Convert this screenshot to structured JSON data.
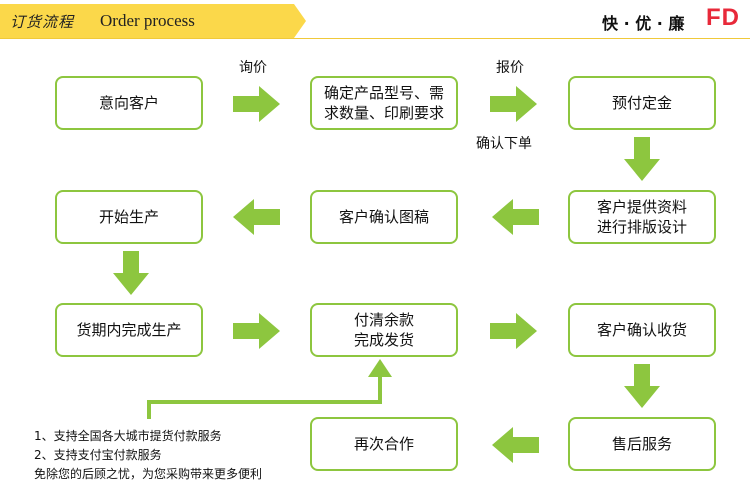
{
  "header": {
    "title_cn": "订货流程",
    "title_en": "Order process",
    "brand": "快 · 优 · 廉",
    "logo": "FD"
  },
  "colors": {
    "accent": "#8dc63f",
    "banner": "#fbd84a",
    "logo": "#e8293a"
  },
  "steps": {
    "intent": "意向客户",
    "confirm_line1": "确定产品型号、需",
    "confirm_line2": "求数量、印刷要求",
    "prepay": "预付定金",
    "provide_line1": "客户提供资料",
    "provide_line2": "进行排版设计",
    "confirm_design": "客户确认图稿",
    "start_production": "开始生产",
    "complete_production": "货期内完成生产",
    "pay_line1": "付清余款",
    "pay_line2": "完成发货",
    "receive": "客户确认收货",
    "after_sales": "售后服务",
    "repeat": "再次合作"
  },
  "labels": {
    "inquiry": "询价",
    "quote": "报价",
    "confirm_order": "确认下单"
  },
  "notes": [
    "1、支持全国各大城市提货付款服务",
    "2、支持支付宝付款服务",
    "免除您的后顾之忧，为您采购带来更多便利"
  ]
}
